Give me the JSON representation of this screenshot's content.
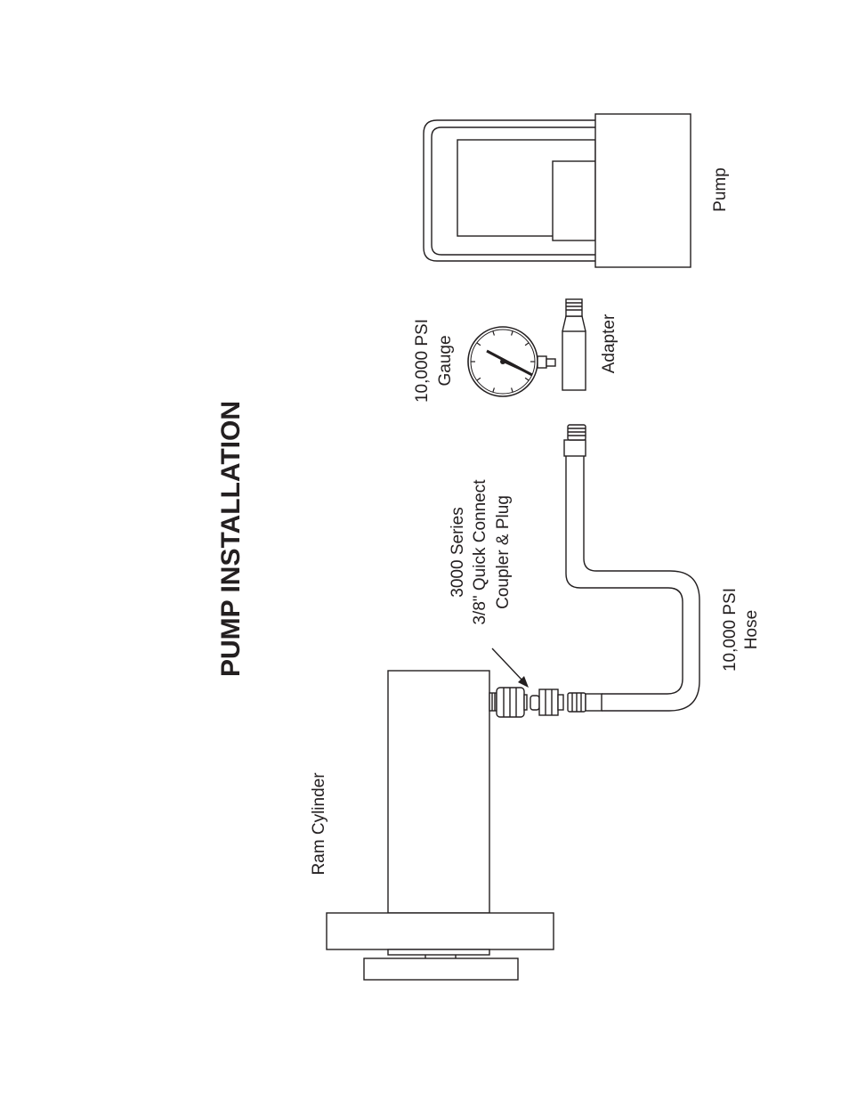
{
  "title": "PUMP INSTALLATION",
  "labels": {
    "ram_cylinder": "Ram Cylinder",
    "coupler_line1": "3000 Series",
    "coupler_line2": "3/8\" Quick Connect",
    "coupler_line3": "Coupler & Plug",
    "hose_line1": "10,000 PSI",
    "hose_line2": "Hose",
    "gauge_line1": "10,000 PSI",
    "gauge_line2": "Gauge",
    "adapter": "Adapter",
    "pump": "Pump"
  }
}
